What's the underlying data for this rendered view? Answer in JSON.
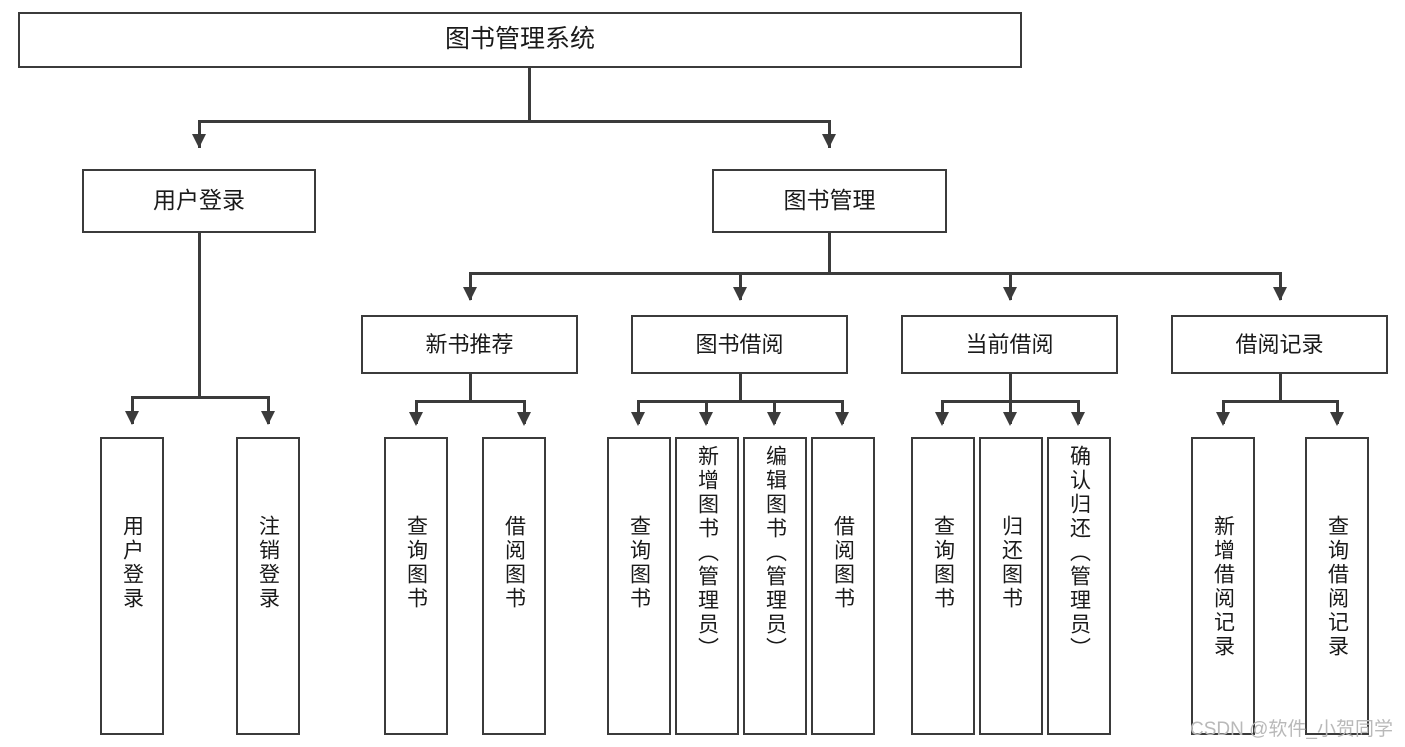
{
  "diagram": {
    "type": "tree-hierarchy",
    "title": "图书管理系统",
    "root": {
      "label": "图书管理系统"
    },
    "level2": [
      {
        "label": "用户登录"
      },
      {
        "label": "图书管理"
      }
    ],
    "level3": [
      {
        "label": "新书推荐"
      },
      {
        "label": "图书借阅"
      },
      {
        "label": "当前借阅"
      },
      {
        "label": "借阅记录"
      }
    ],
    "leaves": {
      "user_login": [
        {
          "label": "用户登录"
        },
        {
          "label": "注销登录"
        }
      ],
      "new_book_recommend": [
        {
          "label": "查询图书"
        },
        {
          "label": "借阅图书"
        }
      ],
      "book_borrow": [
        {
          "label": "查询图书"
        },
        {
          "label": "新增图书（管理员）"
        },
        {
          "label": "编辑图书（管理员）"
        },
        {
          "label": "借阅图书"
        }
      ],
      "current_borrow": [
        {
          "label": "查询图书"
        },
        {
          "label": "归还图书"
        },
        {
          "label": "确认归还（管理员）"
        }
      ],
      "borrow_record": [
        {
          "label": "新增借阅记录"
        },
        {
          "label": "查询借阅记录"
        }
      ]
    }
  },
  "watermark": {
    "text": "CSDN @软件_小贺同学"
  },
  "colors": {
    "stroke": "#3b3b3b",
    "text": "#1a1a1a",
    "background": "#ffffff",
    "watermark": "#b9b9b9"
  }
}
